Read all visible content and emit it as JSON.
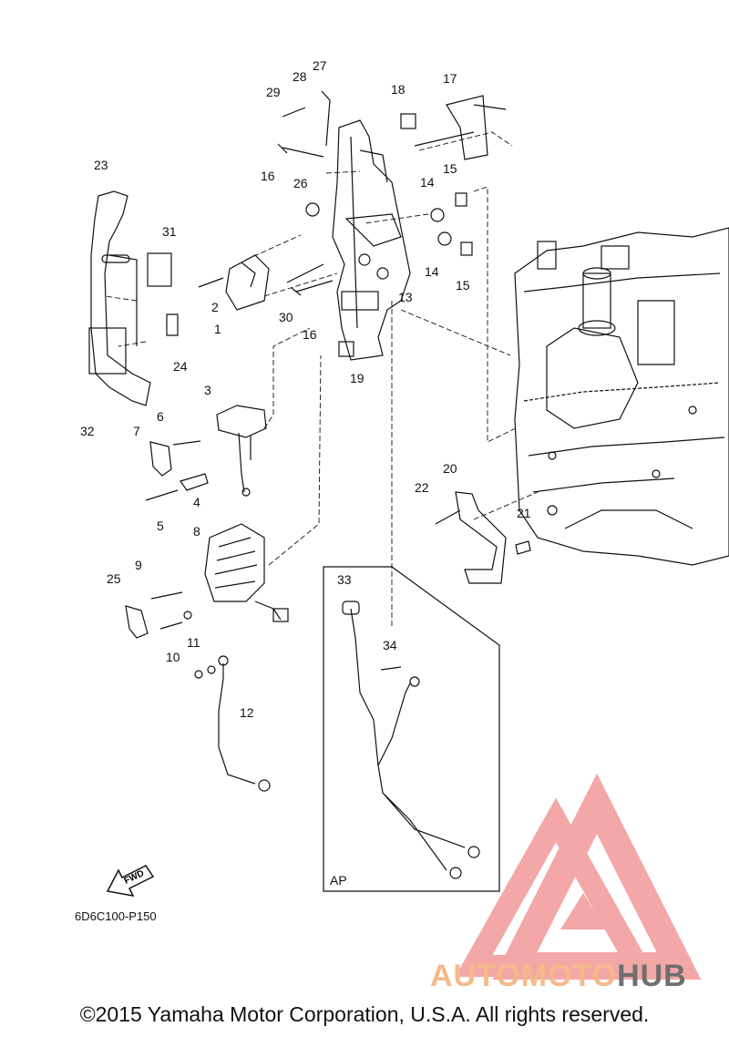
{
  "callouts": [
    "1",
    "2",
    "3",
    "4",
    "5",
    "6",
    "7",
    "8",
    "9",
    "10",
    "11",
    "12",
    "13",
    "14",
    "14",
    "15",
    "15",
    "16",
    "16",
    "17",
    "18",
    "19",
    "20",
    "21",
    "22",
    "23",
    "24",
    "25",
    "26",
    "27",
    "28",
    "29",
    "30",
    "31",
    "32",
    "33",
    "34"
  ],
  "inset_label": "AP",
  "fwd_label": "FWD",
  "diagram_code": "6D6C100-P150",
  "copyright": "©2015 Yamaha Motor Corporation, U.S.A. All rights reserved.",
  "watermark": {
    "part1": "AUTOMOTO",
    "part2": "HUB"
  },
  "colors": {
    "line": "#111111",
    "watermark_red": "#f08a8a",
    "watermark_orange": "#f5b98a",
    "watermark_gray": "#6f6f6f"
  }
}
